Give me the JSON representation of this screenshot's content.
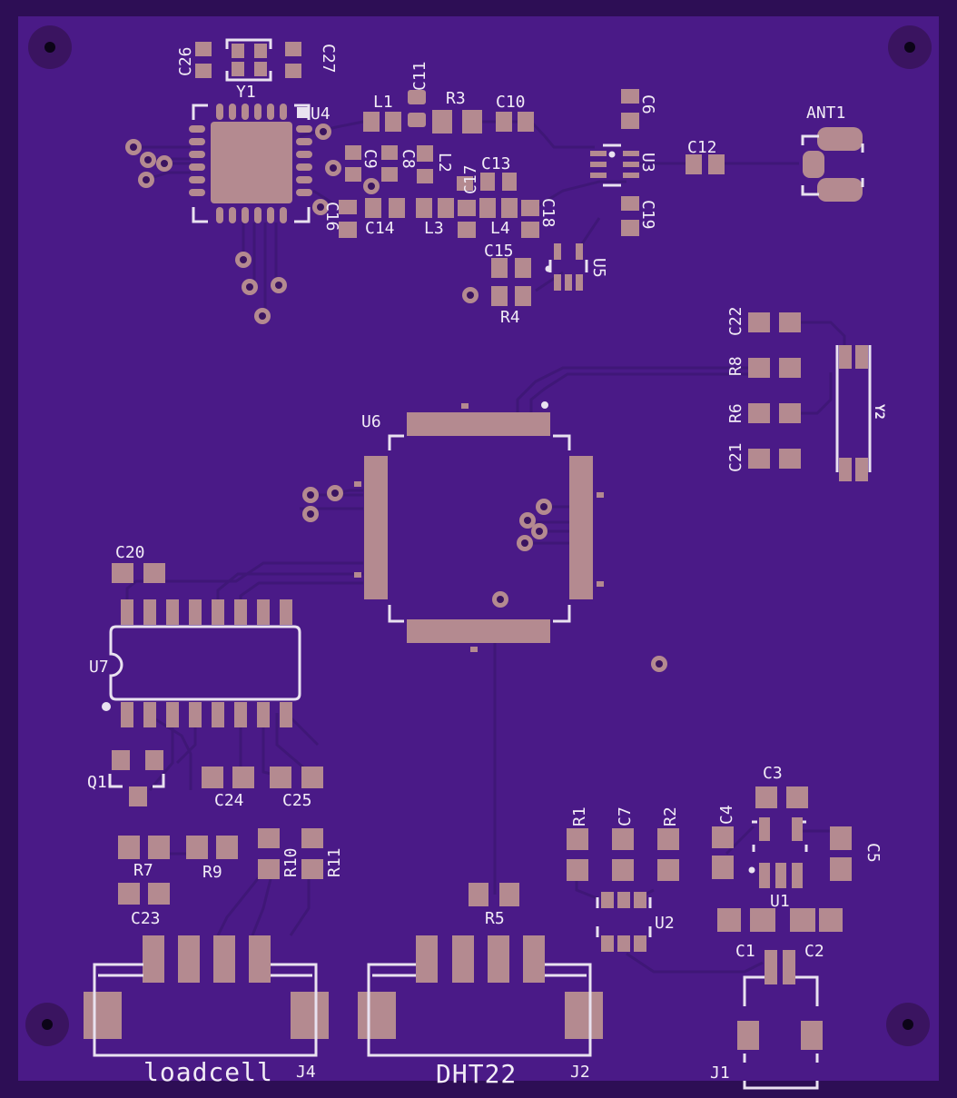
{
  "colors": {
    "board": "#4a1a87",
    "board_edge": "#2d0e55",
    "trace": "#3f1777",
    "pad": "#b48a90",
    "silkscreen": "#e9e2f0"
  },
  "labels": {
    "C26": "C26",
    "C27": "C27",
    "Y1": "Y1",
    "U4": "U4",
    "C11": "C11",
    "L1": "L1",
    "R3": "R3",
    "C10": "C10",
    "C6": "C6",
    "C9": "C9",
    "C8": "C8",
    "L2": "L2",
    "C17": "C17",
    "C13": "C13",
    "U3": "U3",
    "C12": "C12",
    "ANT1": "ANT1",
    "C16": "C16",
    "C14": "C14",
    "L3": "L3",
    "L4": "L4",
    "C18": "C18",
    "C19": "C19",
    "C15": "C15",
    "U5": "U5",
    "R4": "R4",
    "C22": "C22",
    "R8": "R8",
    "R6": "R6",
    "C21": "C21",
    "Y2": "Y2",
    "U6": "U6",
    "C20": "C20",
    "U7": "U7",
    "Q1": "Q1",
    "C24": "C24",
    "C25": "C25",
    "R10": "R10",
    "R11": "R11",
    "R7": "R7",
    "R9": "R9",
    "C23": "C23",
    "R5": "R5",
    "C3": "C3",
    "C4": "C4",
    "C5": "C5",
    "R1": "R1",
    "C7": "C7",
    "R2": "R2",
    "U1": "U1",
    "U2": "U2",
    "C1": "C1",
    "C2": "C2",
    "J4": "J4",
    "J2": "J2",
    "J1": "J1",
    "loadcell": "loadcell",
    "DHT22": "DHT22"
  }
}
